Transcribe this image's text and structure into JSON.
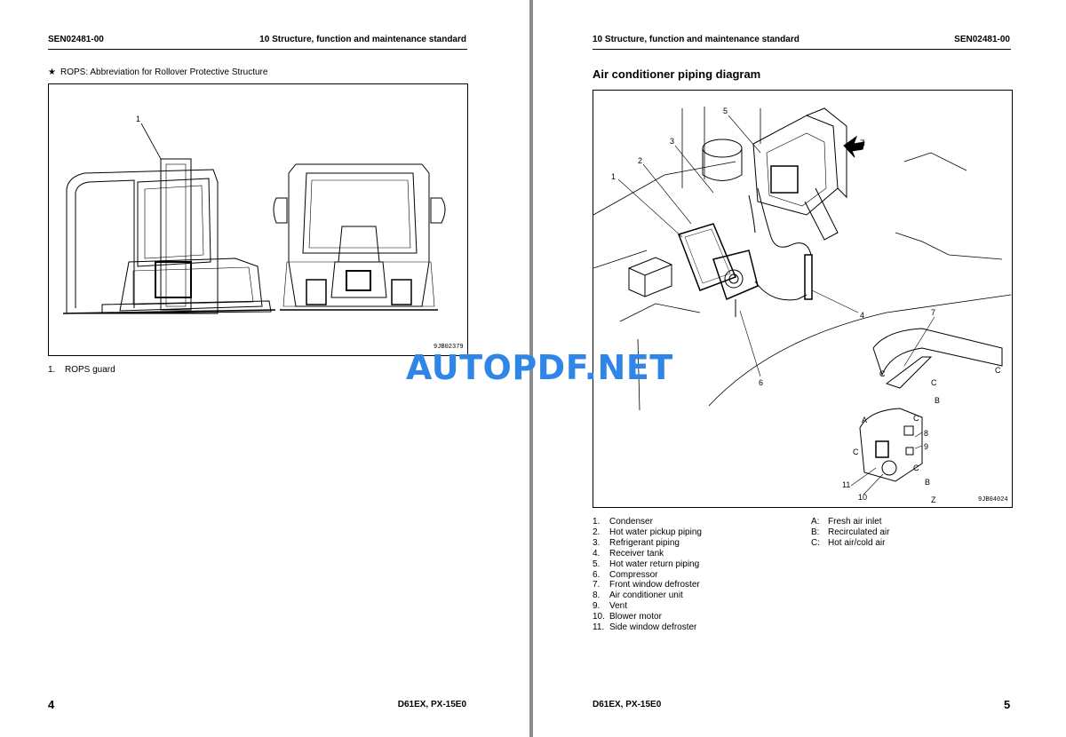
{
  "left_page": {
    "header_left": "SEN02481-00",
    "header_right": "10 Structure, function and maintenance standard",
    "note_symbol": "★",
    "note_text": "ROPS: Abbreviation for Rollover Protective Structure",
    "figure_callout": "1",
    "figure_code": "9JB02379",
    "caption_num": "1.",
    "caption_text": "ROPS guard",
    "page_number": "4",
    "model": "D61EX, PX-15E0"
  },
  "right_page": {
    "header_left": "10 Structure, function and maintenance standard",
    "header_right": "SEN02481-00",
    "section_title": "Air conditioner piping diagram",
    "figure_code": "9JB04024",
    "figure_callouts": [
      "1",
      "2",
      "3",
      "4",
      "5",
      "6",
      "7",
      "8",
      "9",
      "10",
      "11",
      "A",
      "B",
      "C",
      "Z"
    ],
    "parts": [
      {
        "num": "1.",
        "label": "Condenser"
      },
      {
        "num": "2.",
        "label": "Hot water pickup piping"
      },
      {
        "num": "3.",
        "label": "Refrigerant piping"
      },
      {
        "num": "4.",
        "label": "Receiver tank"
      },
      {
        "num": "5.",
        "label": "Hot water return piping"
      },
      {
        "num": "6.",
        "label": "Compressor"
      },
      {
        "num": "7.",
        "label": "Front window defroster"
      },
      {
        "num": "8.",
        "label": "Air conditioner unit"
      },
      {
        "num": "9.",
        "label": "Vent"
      },
      {
        "num": "10.",
        "label": "Blower motor"
      },
      {
        "num": "11.",
        "label": "Side window defroster"
      }
    ],
    "airflows": [
      {
        "num": "A:",
        "label": "Fresh air inlet"
      },
      {
        "num": "B:",
        "label": "Recirculated air"
      },
      {
        "num": "C:",
        "label": "Hot air/cold air"
      }
    ],
    "page_number": "5",
    "model": "D61EX, PX-15E0"
  },
  "watermark": "AUTOPDF.NET"
}
